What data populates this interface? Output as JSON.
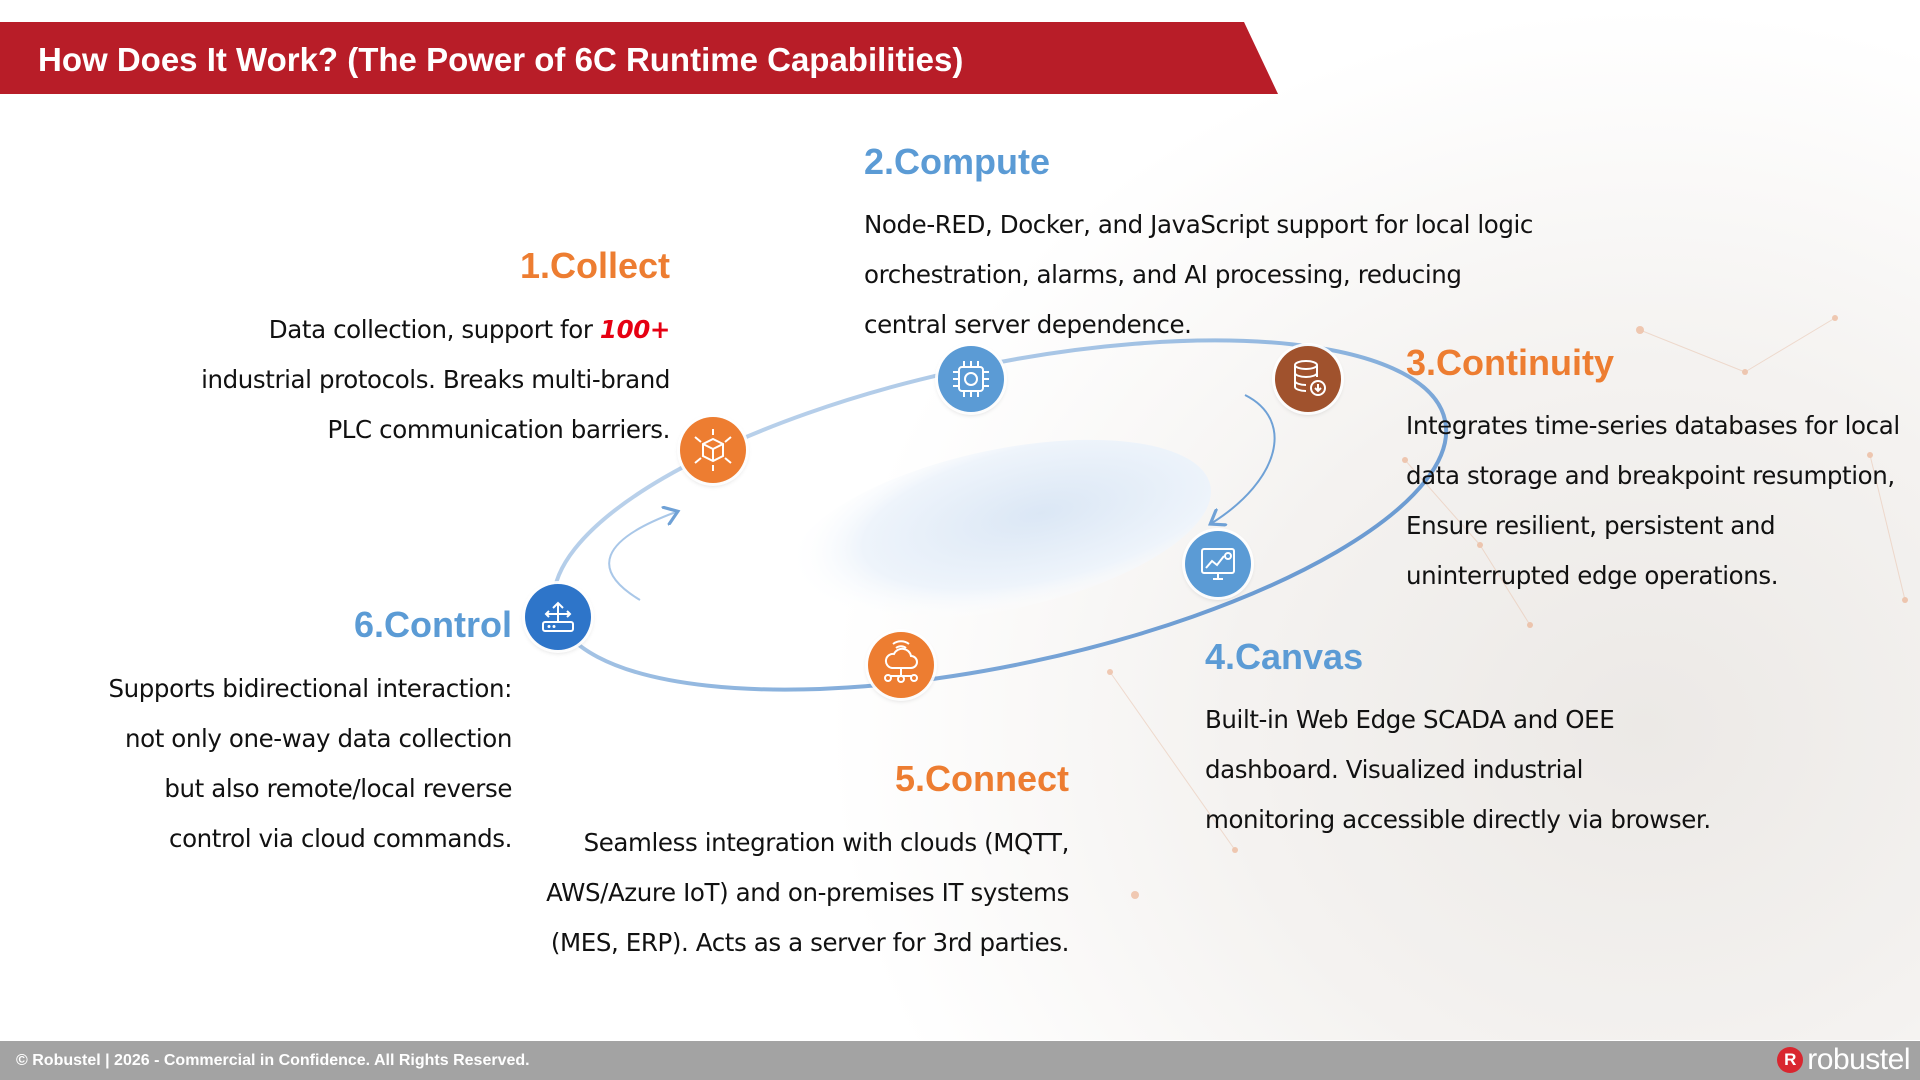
{
  "title": "How Does It Work? (The Power of 6C Runtime Capabilities)",
  "colors": {
    "title_bar": "#b81d28",
    "orange": "#ed7d31",
    "blue": "#5b9bd5",
    "highlight": "#e60012",
    "footer": "#a3a3a3"
  },
  "steps": [
    {
      "heading": "1.Collect",
      "color": "orange",
      "icon": "cube-network-icon",
      "lines": [
        "industrial protocols. Breaks multi-brand",
        "PLC communication barriers."
      ],
      "first_line_prefix": "Data collection, support for ",
      "first_line_highlight": "100+"
    },
    {
      "heading": "2.Compute",
      "color": "blue",
      "icon": "ai-chip-icon",
      "lines": [
        "Node-RED, Docker, and JavaScript support for local logic",
        "orchestration, alarms, and AI processing, reducing",
        "central server dependence."
      ]
    },
    {
      "heading": "3.Continuity",
      "color": "orange",
      "icon": "database-download-icon",
      "lines": [
        "Integrates time-series databases for local",
        "data storage and breakpoint resumption,",
        "Ensure resilient, persistent and",
        "uninterrupted edge operations."
      ]
    },
    {
      "heading": "4.Canvas",
      "color": "blue",
      "icon": "dashboard-monitor-icon",
      "lines": [
        "Built-in Web Edge SCADA and OEE",
        "dashboard. Visualized industrial",
        "monitoring accessible directly via browser."
      ]
    },
    {
      "heading": "5.Connect",
      "color": "orange",
      "icon": "cloud-network-icon",
      "lines": [
        "Seamless integration with clouds (MQTT,",
        "AWS/Azure IoT) and on-premises IT systems",
        "(MES, ERP). Acts as a server for 3rd parties."
      ]
    },
    {
      "heading": "6.Control",
      "color": "blue",
      "icon": "router-control-icon",
      "lines": [
        "Supports bidirectional interaction:",
        "not only one-way data collection",
        "but also remote/local reverse",
        "control via cloud commands."
      ]
    }
  ],
  "footer": {
    "text": "© Robustel | 2026 - Commercial in Confidence. All Rights Reserved.",
    "logo_mark": "R",
    "logo_text": "robustel"
  }
}
